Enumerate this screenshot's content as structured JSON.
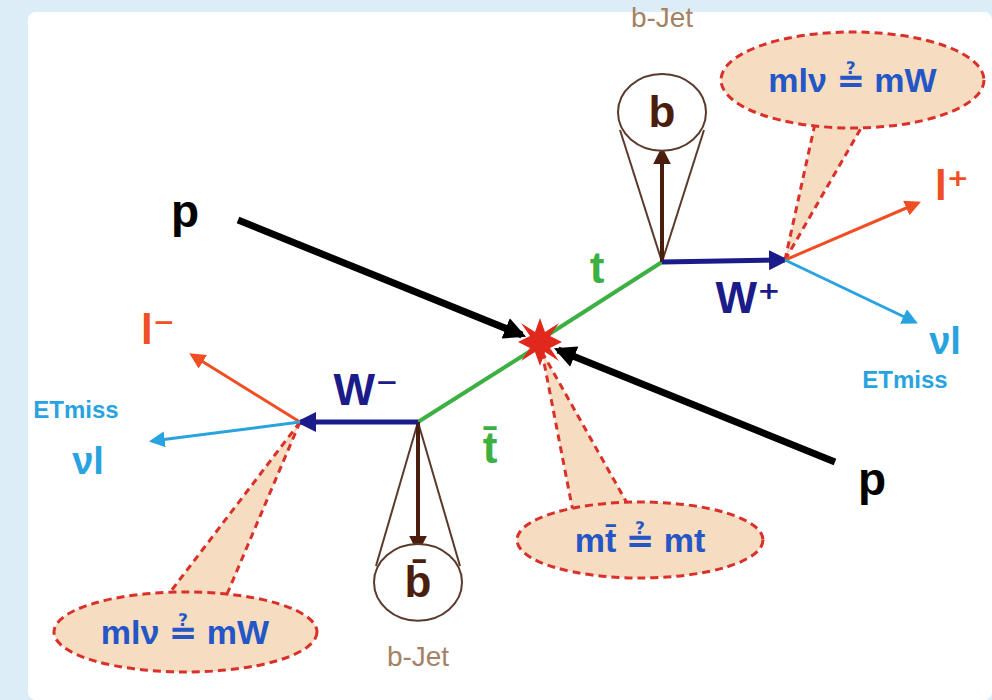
{
  "diagram": {
    "nodes": [
      {
        "text": [
          "b-Jet",
          "b"
        ]
      },
      {
        "text": [
          "mlν ≟ mW"
        ]
      },
      {
        "text": [
          "mt̄ ≟ mt"
        ]
      },
      {
        "text": [
          "b̄",
          "b-Jet"
        ]
      },
      {
        "text": [
          "mlν ≟ mW"
        ]
      }
    ],
    "labels": [
      "p",
      "l⁺",
      "t",
      "W⁺",
      "νl",
      "l⁻",
      "ETmiss",
      "p",
      "W⁻",
      "ETmiss",
      "t̄",
      "νl"
    ]
  }
}
